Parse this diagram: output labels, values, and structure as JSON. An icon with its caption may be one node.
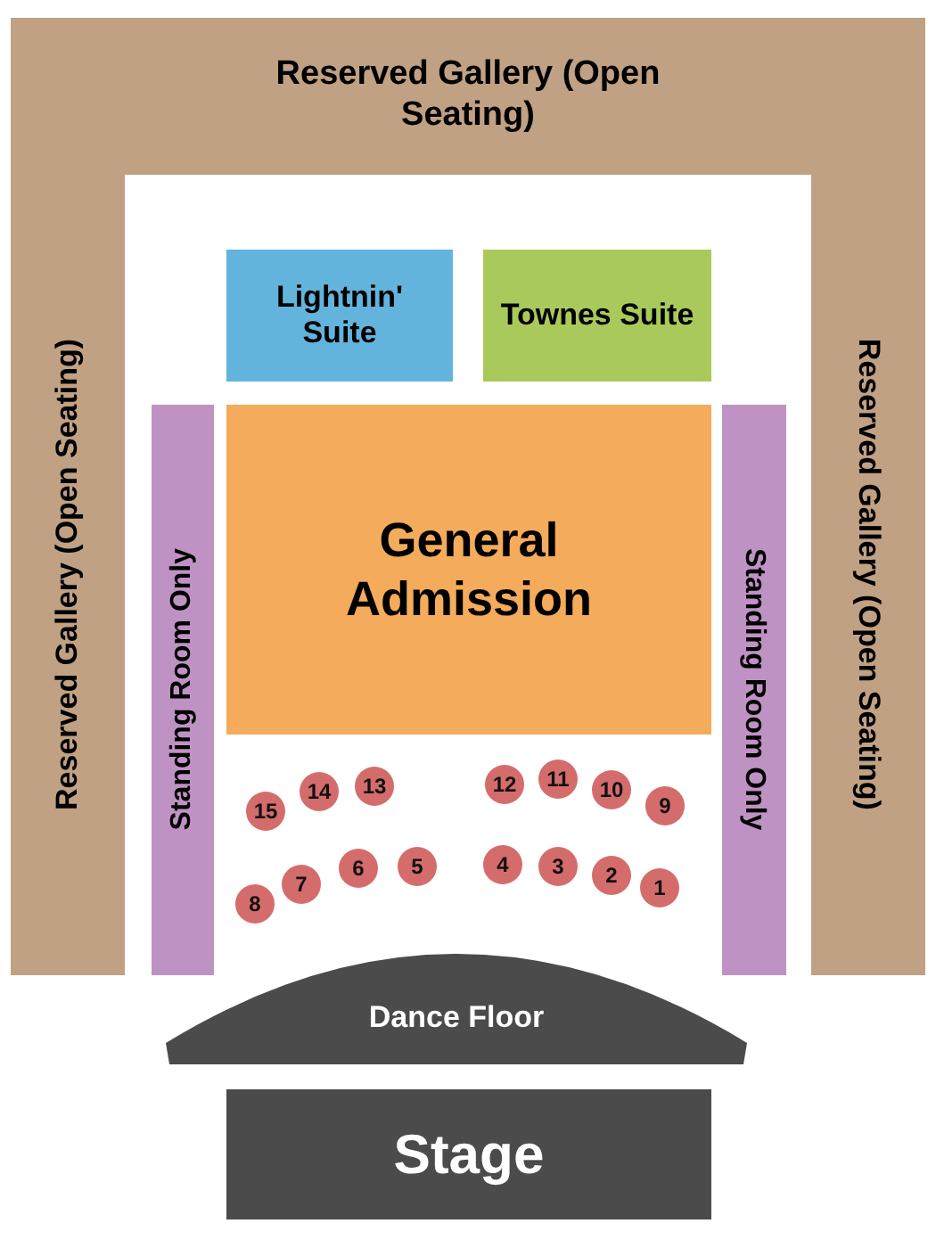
{
  "diagram": {
    "nodes": [
      {
        "text": [
          "Reserved Gallery (Open Seating)"
        ]
      },
      {
        "text": [
          "Reserved Gallery (Open Seating)"
        ]
      },
      {
        "text": [
          "Reserved Gallery (Open Seating)"
        ]
      },
      {
        "text": [
          "Lightnin' Suite"
        ]
      },
      {
        "text": [
          "Townes Suite"
        ]
      },
      {
        "text": [
          "Standing Room Only"
        ]
      },
      {
        "text": [
          "General Admission"
        ]
      },
      {
        "text": [
          "Standing Room Only"
        ]
      },
      {
        "text": [
          "15"
        ]
      },
      {
        "text": [
          "14"
        ]
      },
      {
        "text": [
          "13"
        ]
      },
      {
        "text": [
          "12"
        ]
      },
      {
        "text": [
          "11"
        ]
      },
      {
        "text": [
          "10"
        ]
      },
      {
        "text": [
          "9"
        ]
      },
      {
        "text": [
          "8"
        ]
      },
      {
        "text": [
          "7"
        ]
      },
      {
        "text": [
          "6"
        ]
      },
      {
        "text": [
          "5"
        ]
      },
      {
        "text": [
          "4"
        ]
      },
      {
        "text": [
          "3"
        ]
      },
      {
        "text": [
          "2"
        ]
      },
      {
        "text": [
          "1"
        ]
      },
      {
        "text": [
          "Dance Floor"
        ]
      },
      {
        "text": [
          "Stage"
        ]
      }
    ]
  }
}
